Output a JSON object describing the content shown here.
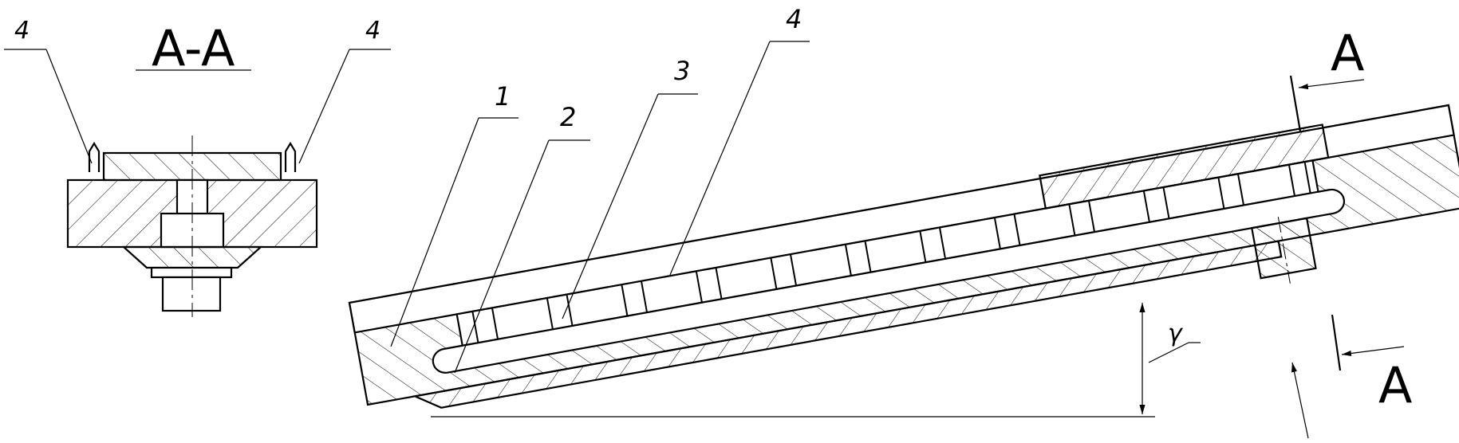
{
  "section": {
    "title": "A-A",
    "labels": {
      "left": "4",
      "right": "4"
    }
  },
  "main": {
    "callouts": {
      "c1": "1",
      "c2": "2",
      "c3": "3",
      "c4": "4"
    },
    "angle_symbol": "γ",
    "section_marks": {
      "top": "A",
      "bottom": "A"
    }
  }
}
